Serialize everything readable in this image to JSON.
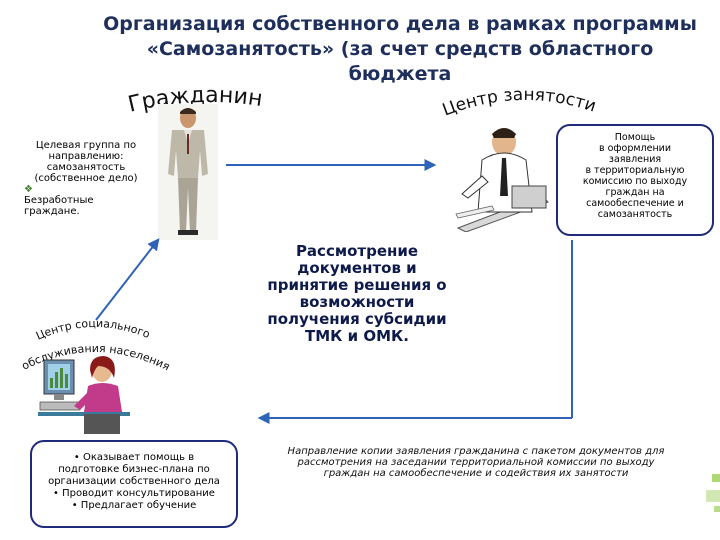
{
  "header": {
    "title_line1": "Организация собственного дела в рамках программы",
    "title_line2": "«Самозанятость» (за счет средств областного бюджета"
  },
  "nodes": {
    "citizen": {
      "label": "Гражданин"
    },
    "employment_center": {
      "label": "Центр занятости"
    },
    "social_center": {
      "label_line1": "Центр социального",
      "label_line2": "обслуживания населения"
    }
  },
  "boxes": {
    "target_group": {
      "line1": "Целевая группа по",
      "line2": "направлению:",
      "line3": "самозанятость",
      "line4": "(собственное дело)",
      "bullet_icon": "diamond-bullet-icon",
      "line5": "Безработные",
      "line6": "граждане."
    },
    "employment_help": {
      "lines": [
        "Помощь",
        "в оформлении",
        "заявления",
        "в территориальную",
        "комиссию по выходу",
        "граждан на",
        "самообеспечение и",
        "самозанятость"
      ]
    },
    "social_help": {
      "lines": [
        "• Оказывает помощь в",
        "подготовке бизнес-плана по",
        "организации собственного дела",
        "• Проводит консультирование",
        "• Предлагает обучение"
      ]
    }
  },
  "center_block": {
    "lines": [
      "Рассмотрение",
      "документов и",
      "принятие решения о",
      "возможности",
      "получения субсидии",
      "ТМК и ОМК."
    ]
  },
  "bottom_note": {
    "line1": "Направление копии заявления гражданина с пакетом документов для",
    "line2": "рассмотрения на заседании территориальной комиссии по выходу",
    "line3": "граждан на самообеспечение и содействия их занятости"
  },
  "colors": {
    "title": "#1f2f5c",
    "arrow": "#2f63b8",
    "box_border": "#1f2a7a",
    "deco_green": "#8cc63f"
  }
}
